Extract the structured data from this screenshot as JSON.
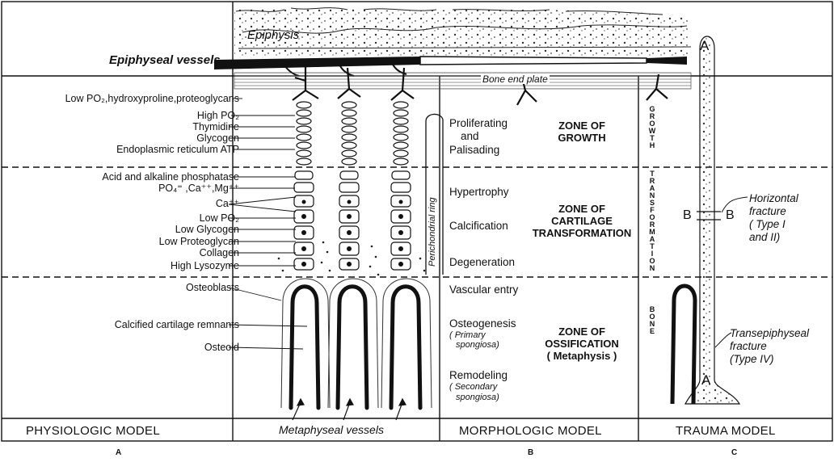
{
  "physiologic": {
    "epiphyseal_vessels": "Epiphyseal vessels",
    "epiphysis": "Epiphysis",
    "bone_end_plate": "Bone end plate",
    "growth_factors": [
      "Low PO₂,hydroxyproline,proteoglycans",
      "High PO₂",
      "Thymidine",
      "Glycogen",
      "Endoplasmic reticulum ATP"
    ],
    "transformation_factors": [
      "Acid and alkaline phosphatase",
      "PO₄⁼ ,Ca⁺⁺,Mg⁺⁺",
      "Ca⁺⁺",
      "Low PO₂",
      "Low Glycogen",
      "Low Proteoglycan",
      "Collagen",
      "High Lysozyme"
    ],
    "ossification_factors": [
      "Osteoblasts",
      "Calcified cartilage remnants",
      "Osteoid"
    ],
    "metaphyseal_vessels": "Metaphyseal vessels",
    "perichondrial_ring": "Perichondrial ring",
    "panel_title": "PHYSIOLOGIC MODEL",
    "panel_letter": "A"
  },
  "morphologic": {
    "growth_stages": [
      "Proliferating",
      "and",
      "Palisading"
    ],
    "growth_zone": "ZONE OF\nGROWTH",
    "transformation_stages": [
      "Hypertrophy",
      "Calcification",
      "Degeneration"
    ],
    "transformation_zone": "ZONE OF\nCARTILAGE\nTRANSFORMATION",
    "ossification_stages": [
      "Vascular entry",
      "Osteogenesis",
      "( Primary",
      "spongiosa)",
      "Remodeling",
      "( Secondary",
      "spongiosa)"
    ],
    "ossification_zone": "ZONE OF\nOSSIFICATION\n( Metaphysis )",
    "panel_title": "MORPHOLOGIC MODEL",
    "panel_letter": "B"
  },
  "trauma": {
    "vertical_labels": [
      "GROWTH",
      "TRANSFORMATION",
      "BONE"
    ],
    "horizontal_fracture": "Horizontal\nfracture\n( Type I\nand II)",
    "transepiphyseal_fracture": "Transepiphyseal\nfracture\n(Type IV)",
    "marker_a": "A",
    "marker_b": "B",
    "panel_title": "TRAUMA MODEL",
    "panel_letter": "C"
  }
}
